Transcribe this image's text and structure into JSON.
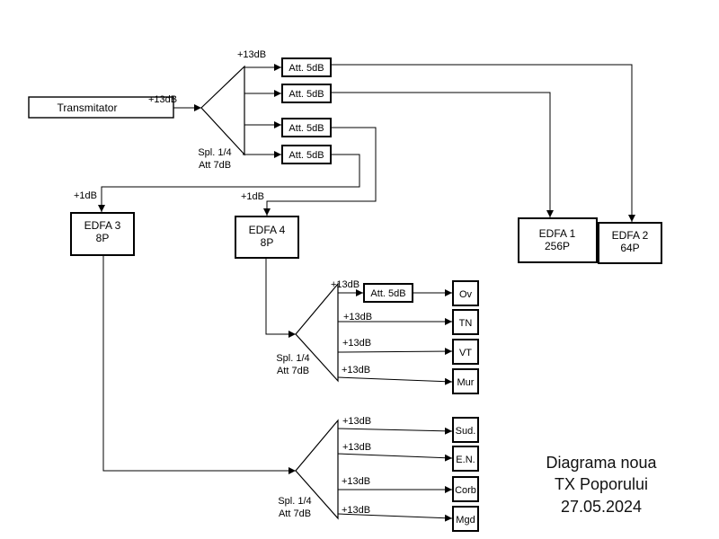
{
  "title": {
    "line1": "Diagrama noua",
    "line2": "TX Poporului",
    "line3": "27.05.2024"
  },
  "nodes": {
    "transmitter": "Transmitator",
    "edfa1": {
      "line1": "EDFA 1",
      "line2": "256P"
    },
    "edfa2": {
      "line1": "EDFA 2",
      "line2": "64P"
    },
    "edfa3": {
      "line1": "EDFA 3",
      "line2": "8P"
    },
    "edfa4": {
      "line1": "EDFA 4",
      "line2": "8P"
    },
    "ov": "Ov",
    "tn": "TN",
    "vt": "VT",
    "mur": "Mur",
    "sud": "Sud.",
    "en": "E.N.",
    "corb": "Corb",
    "mgd": "Mgd"
  },
  "attenuator": "Att. 5dB",
  "splitter": {
    "line1": "Spl. 1/4",
    "line2": "Att 7dB"
  },
  "levels": {
    "plus13": "+13dB",
    "plus1": "+1dB"
  }
}
